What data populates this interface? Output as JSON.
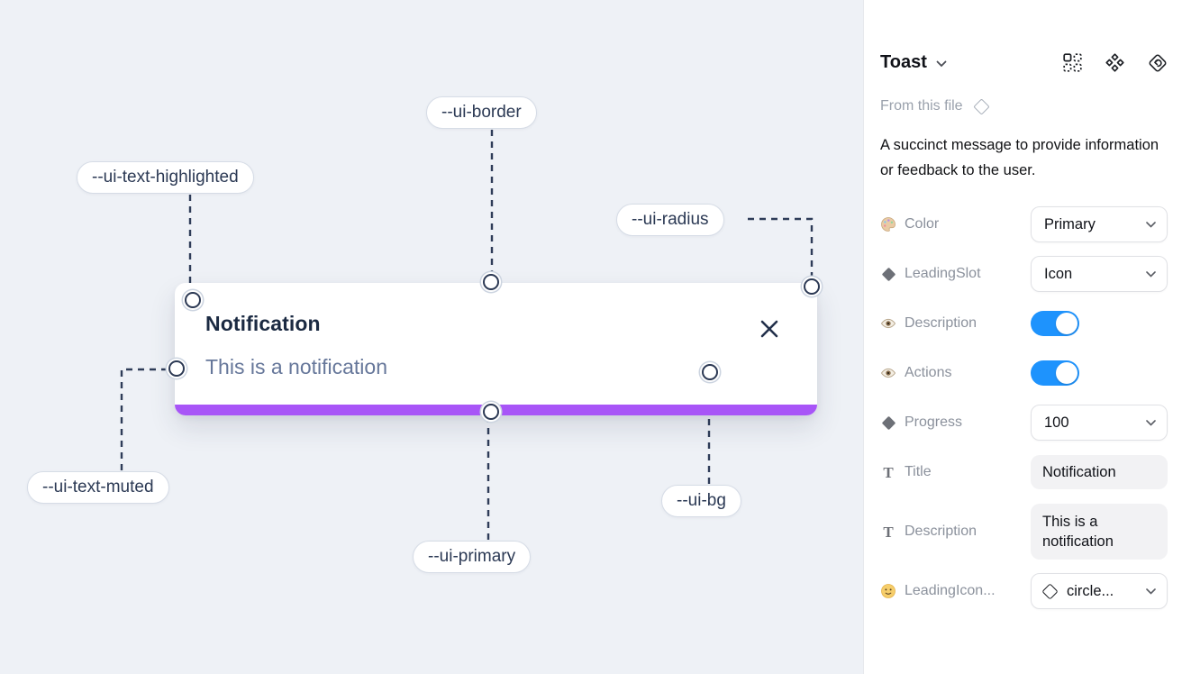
{
  "canvas": {
    "toast": {
      "title": "Notification",
      "description": "This is a notification"
    },
    "annotations": [
      {
        "label": "--ui-text-highlighted"
      },
      {
        "label": "--ui-border"
      },
      {
        "label": "--ui-radius"
      },
      {
        "label": "--ui-text-muted"
      },
      {
        "label": "--ui-primary"
      },
      {
        "label": "--ui-bg"
      }
    ]
  },
  "panel": {
    "title": "Toast",
    "source_label": "From this file",
    "description": "A succinct message to provide information or feedback to the user.",
    "properties": [
      {
        "icon": "palette-icon",
        "label": "Color",
        "value": "Primary",
        "control": "select"
      },
      {
        "icon": "diamond-icon",
        "label": "LeadingSlot",
        "value": "Icon",
        "control": "select"
      },
      {
        "icon": "eye-icon",
        "label": "Description",
        "value": "on",
        "control": "toggle"
      },
      {
        "icon": "eye-icon",
        "label": "Actions",
        "value": "on",
        "control": "toggle"
      },
      {
        "icon": "diamond-icon",
        "label": "Progress",
        "value": "100",
        "control": "select"
      },
      {
        "icon": "text-icon",
        "label": "Title",
        "value": "Notification",
        "control": "text"
      },
      {
        "icon": "text-icon",
        "label": "Description",
        "value": "This is a notification",
        "control": "text"
      },
      {
        "icon": "smiley-icon",
        "label": "LeadingIcon...",
        "value": "circle...",
        "control": "icon-select"
      }
    ],
    "text_icon_glyph": "T"
  },
  "colors": {
    "primary_bar": "#a855f7",
    "toggle_on": "#1e93fd",
    "canvas_bg": "#eef1f6",
    "toast_title": "#1b2a42",
    "toast_muted": "#66779a",
    "annotation_line": "#2e3c58"
  }
}
